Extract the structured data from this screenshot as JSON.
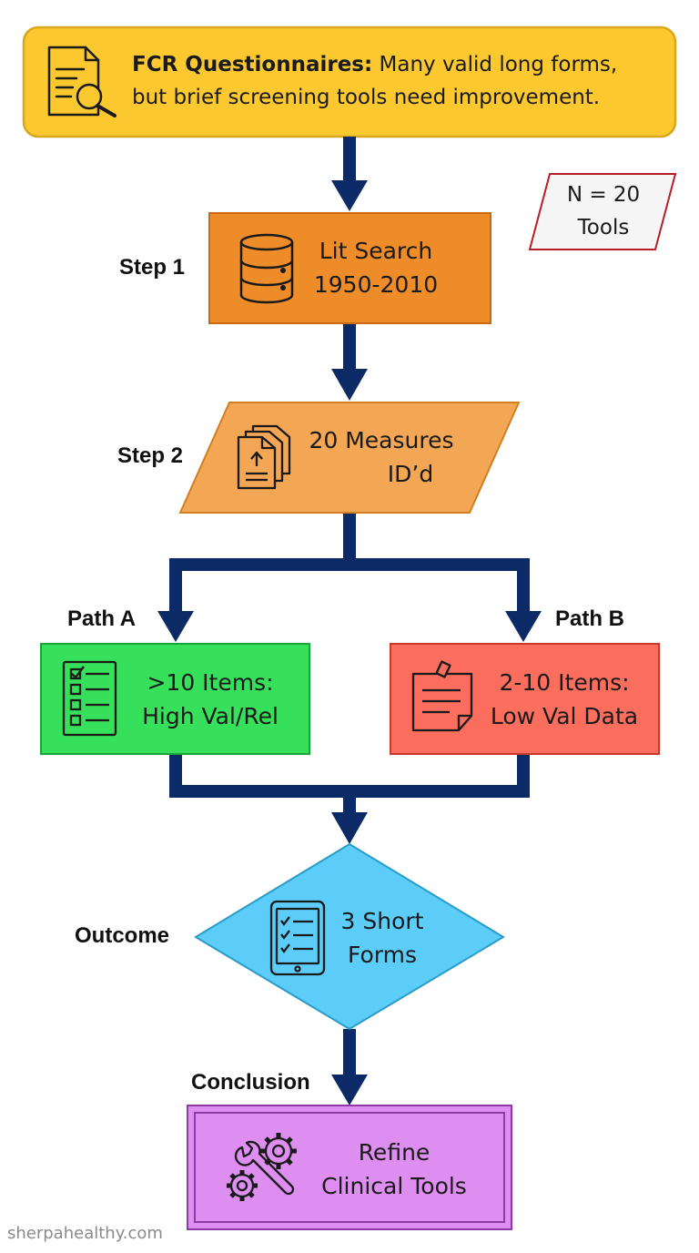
{
  "header": {
    "title": "FCR Questionnaires:",
    "line1_rest": "Many valid long forms,",
    "line2": "but brief screening tools need improvement."
  },
  "badge": {
    "line1": "N = 20",
    "line2": "Tools"
  },
  "labels": {
    "step1": "Step 1",
    "step2": "Step 2",
    "path_a": "Path A",
    "path_b": "Path B",
    "outcome": "Outcome",
    "conclusion": "Conclusion"
  },
  "nodes": {
    "lit_search": {
      "line1": "Lit Search",
      "line2": "1950-2010",
      "icon": "database-icon"
    },
    "measures": {
      "line1": "20 Measures",
      "line2": "ID’d",
      "icon": "documents-icon"
    },
    "path_a": {
      "line1": ">10 Items:",
      "line2": "High Val/Rel",
      "icon": "checklist-icon"
    },
    "path_b": {
      "line1": "2-10 Items:",
      "line2": "Low Val Data",
      "icon": "sticky-note-icon"
    },
    "outcome": {
      "line1": "3 Short",
      "line2": "Forms",
      "icon": "tablet-checklist-icon"
    },
    "conclusion": {
      "line1": "Refine",
      "line2": "Clinical Tools",
      "icon": "gears-wrench-icon"
    }
  },
  "colors": {
    "header_fill": "#fbc92f",
    "header_stroke": "#d8a71a",
    "step1_fill": "#ef8c2a",
    "step2_fill": "#f3a653",
    "path_a_fill": "#37e05b",
    "path_b_fill": "#fb6e5e",
    "outcome_fill": "#5ccdf9",
    "conclusion_fill": "#dd8ef0",
    "arrow": "#0b2a66",
    "badge_stroke": "#b31f24"
  },
  "watermark": "sherpahealthy.com"
}
